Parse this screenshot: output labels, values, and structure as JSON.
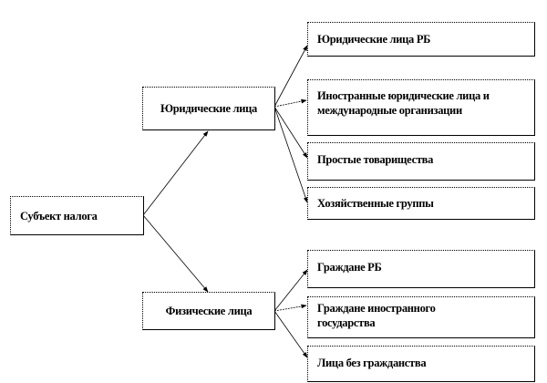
{
  "root": {
    "label": "Субъект налога"
  },
  "legal": {
    "label": "Юридические лица",
    "children": [
      "Юридические лица РБ",
      "Иностранные юридические лица и международные организации",
      "Простые товарищества",
      "Хозяйственные группы"
    ]
  },
  "individuals": {
    "label": "Физические лица",
    "children": [
      "Граждане РБ",
      "Граждане иностранного государства",
      "Лица без гражданства"
    ]
  }
}
